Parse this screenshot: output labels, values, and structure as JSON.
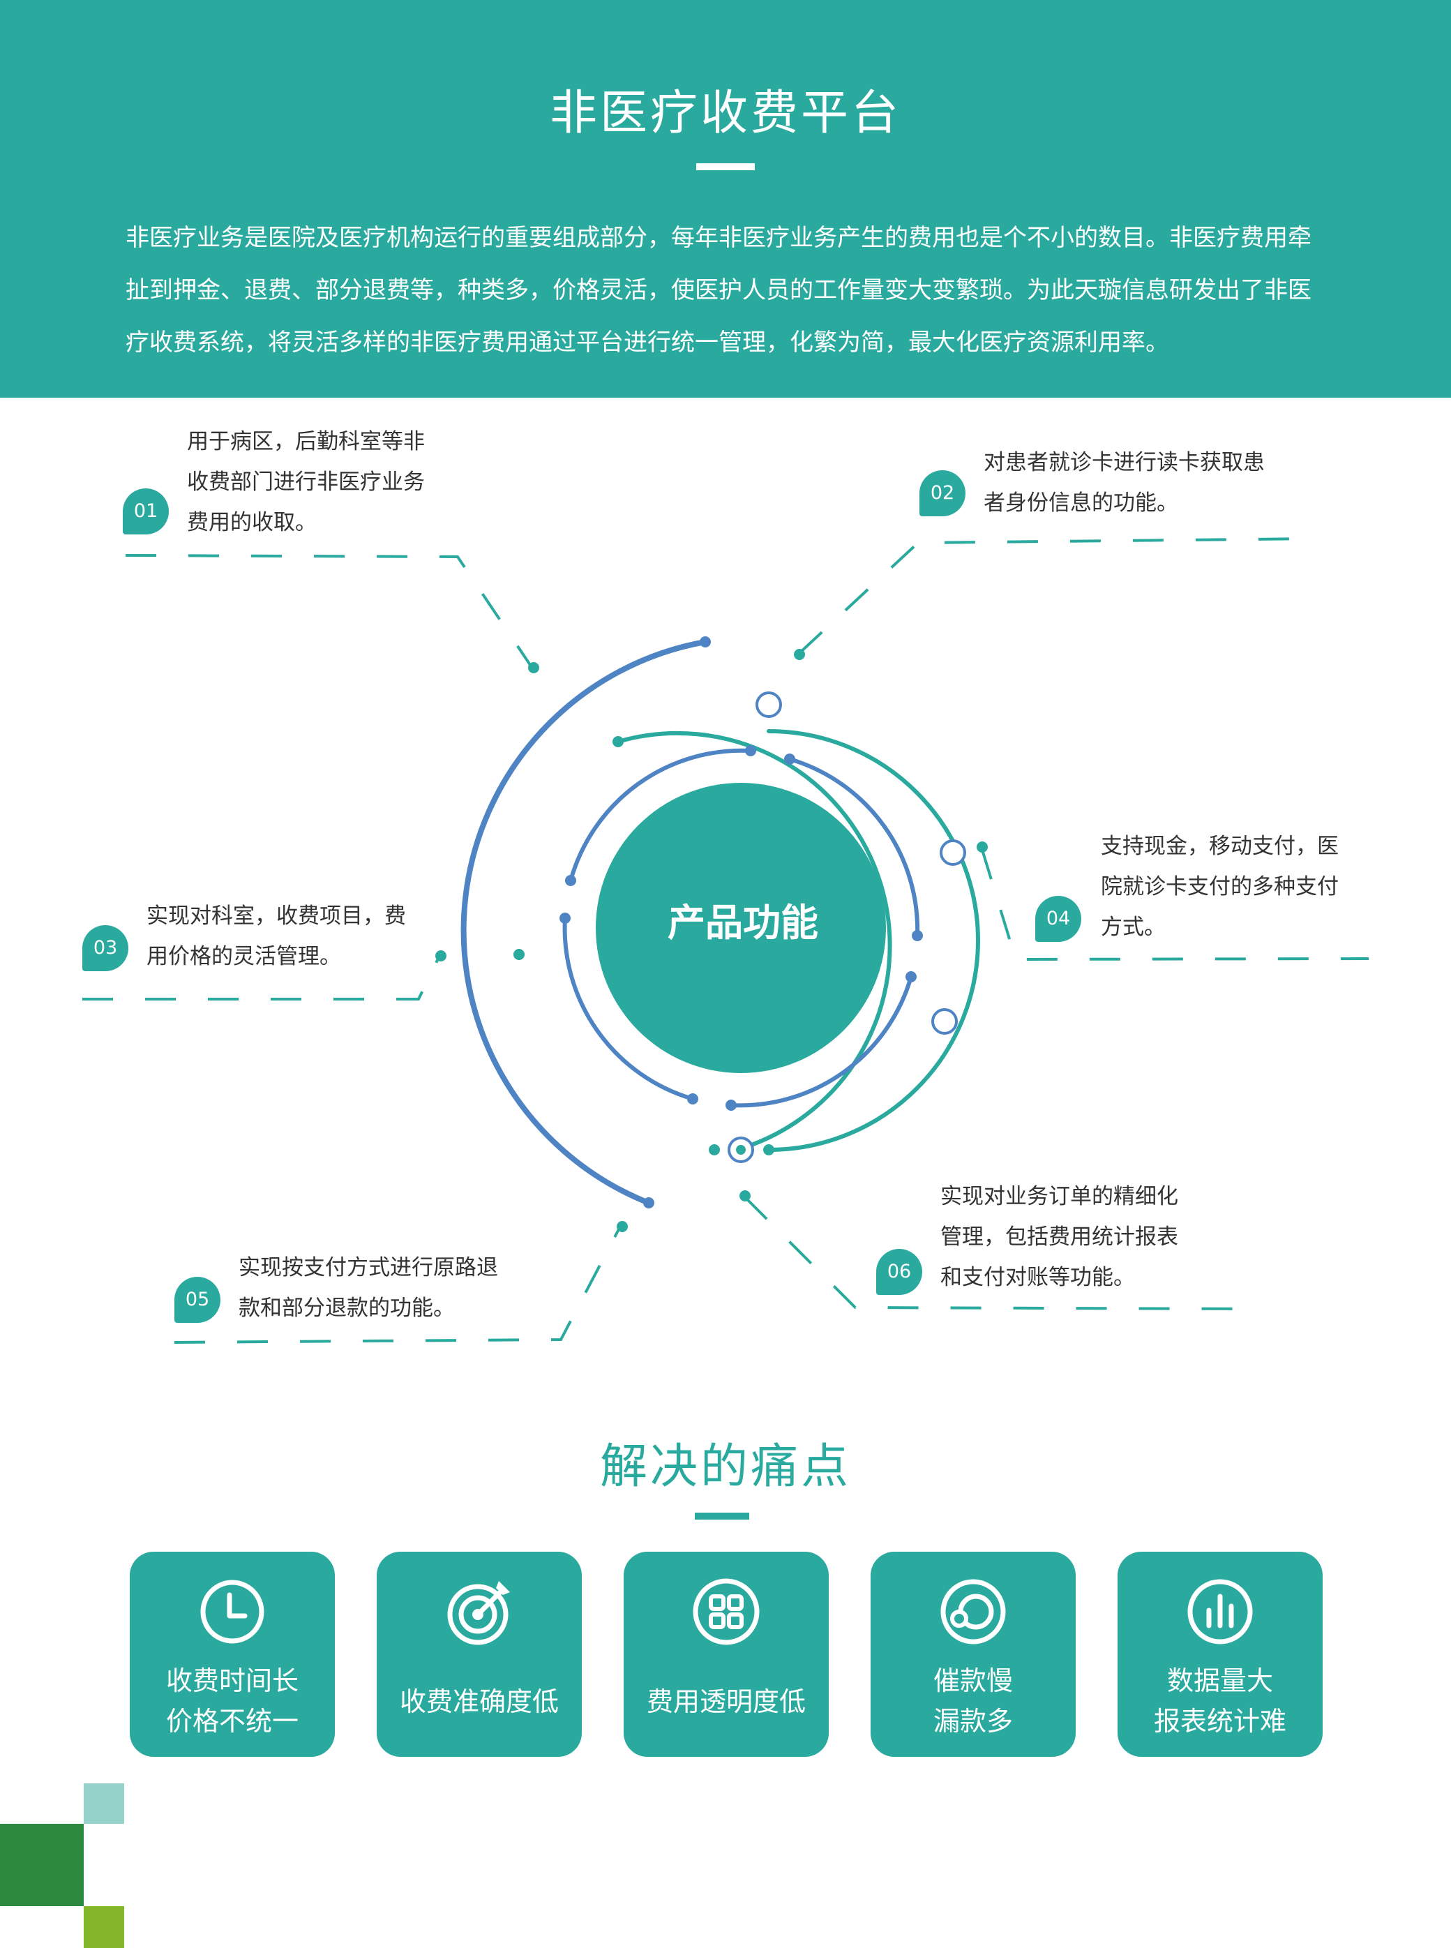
{
  "header": {
    "title": "非医疗收费平台",
    "intro": "非医疗业务是医院及医疗机构运行的重要组成部分，每年非医疗业务产生的费用也是个不小的数目。非医疗费用牵扯到押金、退费、部分退费等，种类多，价格灵活，使医护人员的工作量变大变繁琐。为此天璇信息研发出了非医疗收费系统，将灵活多样的非医疗费用通过平台进行统一管理，化繁为简，最大化医疗资源利用率。"
  },
  "features": {
    "center_label": "产品功能",
    "items": [
      {
        "num": "01",
        "text": "用于病区，后勤科室等非收费部门进行非医疗业务费用的收取。"
      },
      {
        "num": "02",
        "text": "对患者就诊卡进行读卡获取患者身份信息的功能。"
      },
      {
        "num": "03",
        "text": "实现对科室，收费项目，费用价格的灵活管理。"
      },
      {
        "num": "04",
        "text": "支持现金，移动支付，医院就诊卡支付的多种支付方式。"
      },
      {
        "num": "05",
        "text": "实现按支付方式进行原路退款和部分退款的功能。"
      },
      {
        "num": "06",
        "text": "实现对业务订单的精细化管理，包括费用统计报表和支付对账等功能。"
      }
    ]
  },
  "pain_points": {
    "title": "解决的痛点",
    "items": [
      {
        "lines": [
          "收费时间长",
          "价格不统一"
        ],
        "icon": "clock-icon"
      },
      {
        "lines": [
          "收费准确度低"
        ],
        "icon": "target-icon"
      },
      {
        "lines": [
          "费用透明度低"
        ],
        "icon": "grid-icon"
      },
      {
        "lines": [
          "催款慢",
          "漏款多"
        ],
        "icon": "orbit-icon"
      },
      {
        "lines": [
          "数据量大",
          "报表统计难"
        ],
        "icon": "bar-chart-icon"
      }
    ]
  },
  "colors": {
    "teal": "#2aaa9e",
    "blue": "#4f84c4",
    "light_teal": "#95d2c9",
    "dark_green": "#2b8a3e",
    "lime": "#84b82a"
  }
}
